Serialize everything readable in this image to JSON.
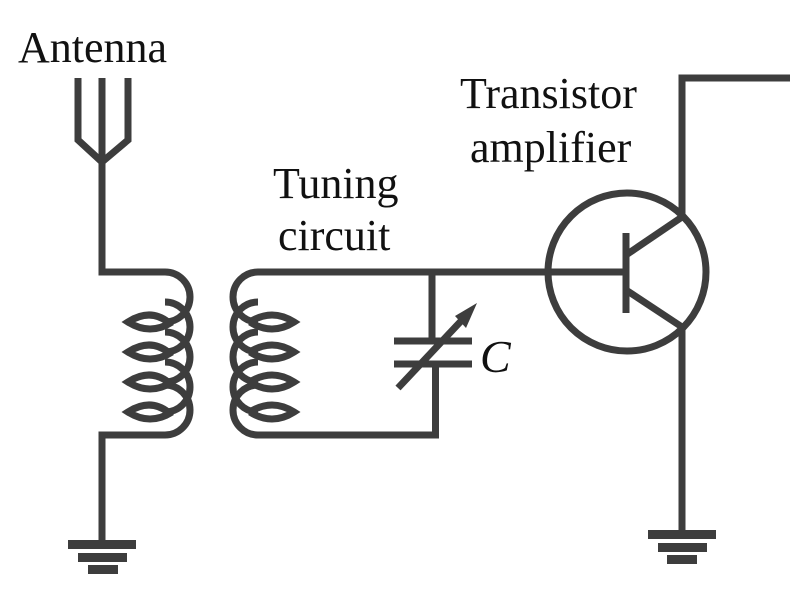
{
  "diagram": {
    "title": "Radio receiver front end",
    "labels": {
      "antenna": "Antenna",
      "tuning_line1": "Tuning",
      "tuning_line2": "circuit",
      "transistor_line1": "Transistor",
      "transistor_line2": "amplifier",
      "capacitor": "C"
    },
    "components": [
      {
        "id": "antenna",
        "type": "antenna",
        "name": "Antenna"
      },
      {
        "id": "primary-coil",
        "type": "inductor",
        "turns": 4
      },
      {
        "id": "secondary-coil",
        "type": "inductor",
        "turns": 4
      },
      {
        "id": "variable-capacitor",
        "type": "variable capacitor",
        "name": "C"
      },
      {
        "id": "transistor",
        "type": "bipolar transistor",
        "name": "Transistor amplifier"
      },
      {
        "id": "ground-left",
        "type": "ground"
      },
      {
        "id": "ground-right",
        "type": "ground"
      }
    ],
    "colors": {
      "stroke": "#3d3d3d",
      "text": "#111111",
      "background": "#ffffff"
    }
  }
}
